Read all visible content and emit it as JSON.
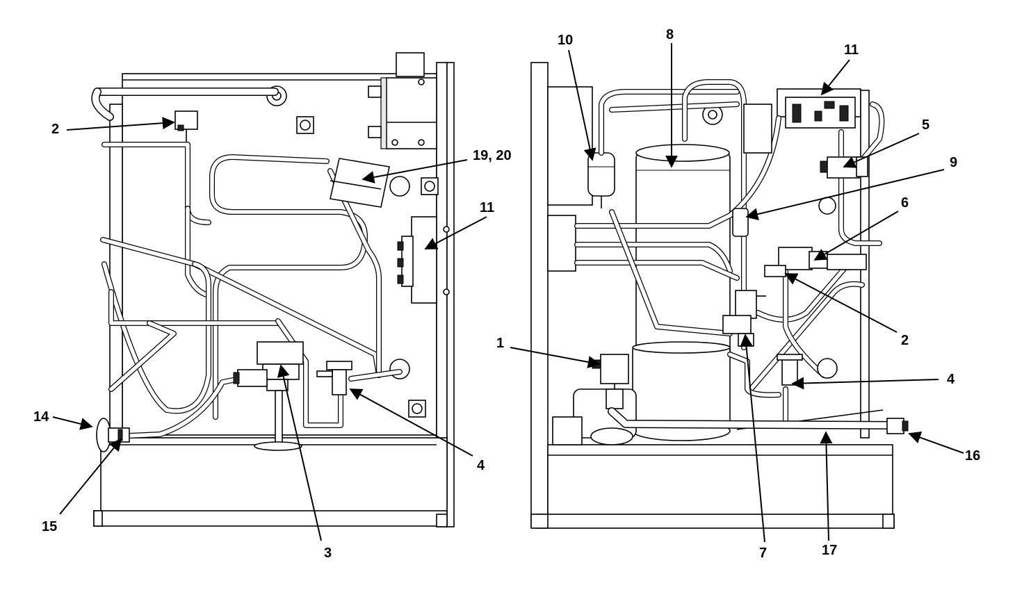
{
  "callouts_left": {
    "c2": "2",
    "c19_20": "19, 20",
    "c11": "11",
    "c14": "14",
    "c15": "15",
    "c3": "3",
    "c4": "4"
  },
  "callouts_right": {
    "c10": "10",
    "c8": "8",
    "c11": "11",
    "c5": "5",
    "c9": "9",
    "c6": "6",
    "c2": "2",
    "c1": "1",
    "c4": "4",
    "c16": "16",
    "c7": "7",
    "c17": "17"
  }
}
